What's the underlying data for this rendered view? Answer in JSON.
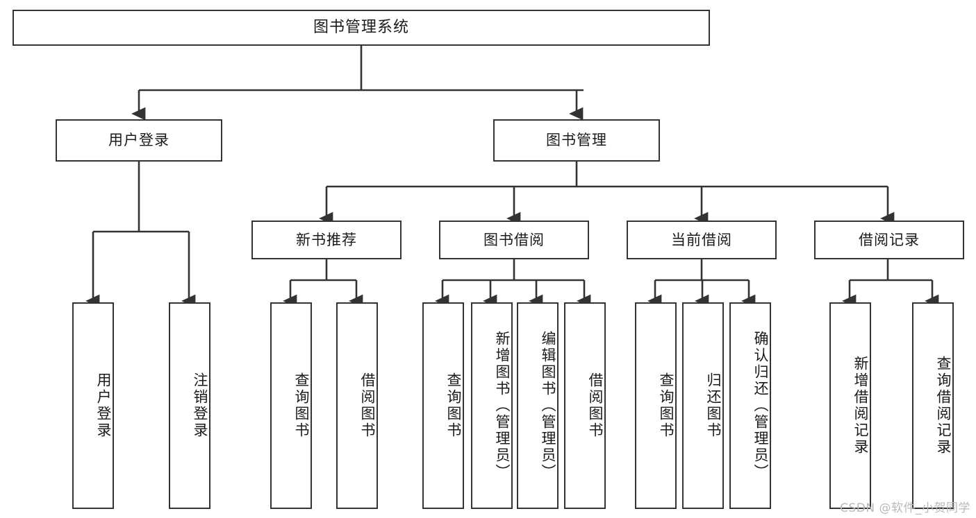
{
  "diagram": {
    "title": "图书管理系统",
    "type": "tree",
    "watermark": "CSDN @软件_小贺同学",
    "colors": {
      "box_border": "#333333",
      "box_fill": "#ffffff",
      "edge": "#333333",
      "text": "#1a1a1a",
      "watermark": "#b9b9b9",
      "background": "#ffffff"
    },
    "root": {
      "label": "图书管理系统"
    },
    "level2": [
      {
        "label": "用户登录"
      },
      {
        "label": "图书管理"
      }
    ],
    "level3": [
      {
        "label": "新书推荐"
      },
      {
        "label": "图书借阅"
      },
      {
        "label": "当前借阅"
      },
      {
        "label": "借阅记录"
      }
    ],
    "leaves": {
      "user_login": [
        {
          "label": "用户登录"
        },
        {
          "label": "注销登录"
        }
      ],
      "new_book_recommend": [
        {
          "label": "查询图书"
        },
        {
          "label": "借阅图书"
        }
      ],
      "book_borrow": [
        {
          "label": "查询图书"
        },
        {
          "label": "新增图书（管理员）"
        },
        {
          "label": "编辑图书（管理员）"
        },
        {
          "label": "借阅图书"
        }
      ],
      "current_borrow": [
        {
          "label": "查询图书"
        },
        {
          "label": "归还图书"
        },
        {
          "label": "确认归还（管理员）"
        }
      ],
      "borrow_record": [
        {
          "label": "新增借阅记录"
        },
        {
          "label": "查询借阅记录"
        }
      ]
    }
  }
}
